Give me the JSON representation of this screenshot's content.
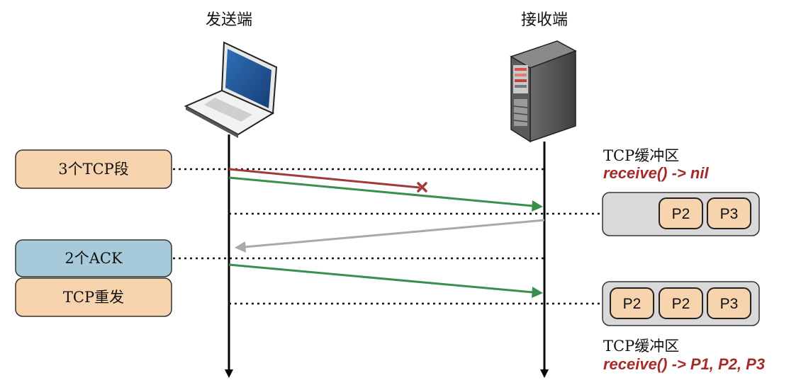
{
  "labels": {
    "sender": "发送端",
    "receiver": "接收端"
  },
  "steps": {
    "segments3": "3个TCP段",
    "acks2": "2个ACK",
    "retransmit": "TCP重发"
  },
  "buffer_top": {
    "title": "TCP缓冲区",
    "call": "receive() -> nil",
    "packets": [
      "P2",
      "P3"
    ]
  },
  "buffer_bottom": {
    "packets": [
      "P2",
      "P2",
      "P3"
    ],
    "title": "TCP缓冲区",
    "call": "receive() -> P1, P2, P3"
  },
  "colors": {
    "segment_box": "#f7d3ae",
    "ack_box": "#a7cadb",
    "lost_arrow": "#a33a3a",
    "ok_arrow": "#3a8f4d",
    "ack_arrow": "#a9a9a9",
    "call_text": "#a52a2a",
    "buffer_bg": "#d9d9d9",
    "packet_bg": "#f7d3ae"
  },
  "icons": {
    "sender": "laptop-icon",
    "receiver": "server-icon",
    "loss": "x-mark-icon"
  }
}
